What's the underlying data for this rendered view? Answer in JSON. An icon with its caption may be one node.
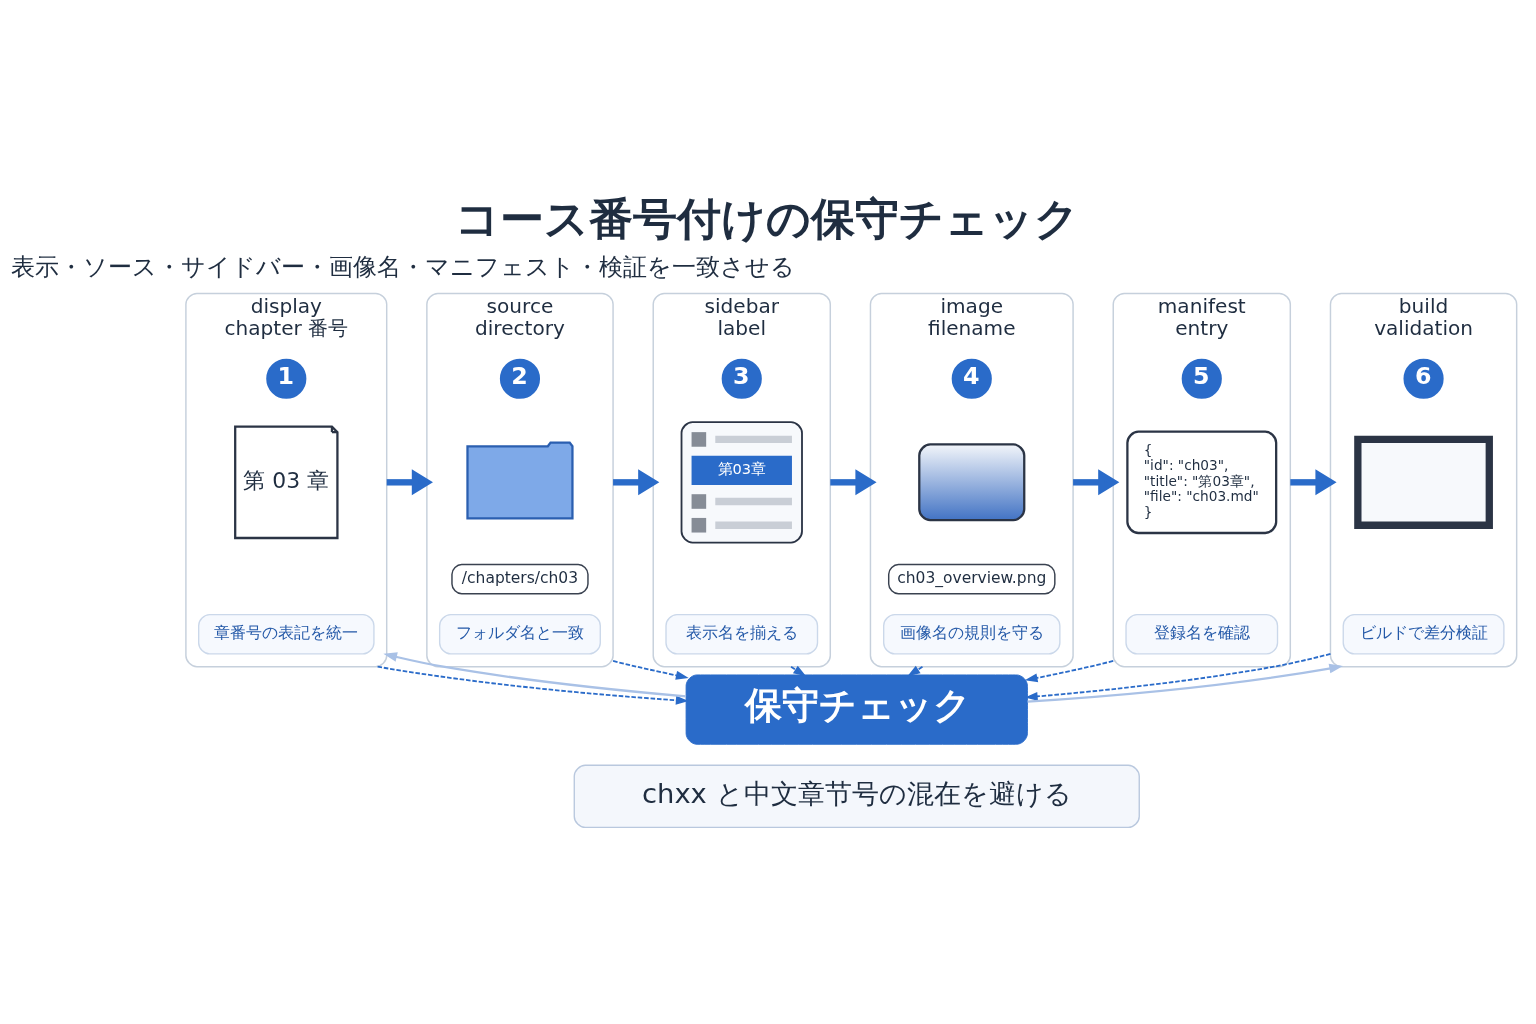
{
  "diagram": {
    "title": "コース番号付けの保守チェック",
    "nodes": [
      {
        "text": [
          "display chapter 番号"
        ]
      },
      {
        "text": [
          "1"
        ],
        "in": 0
      },
      {
        "text": [
          "第 03 章"
        ],
        "in": 0
      },
      {
        "text": [
          "章番号の表記を統一"
        ],
        "in": 0
      },
      {
        "text": [
          "source directory"
        ]
      },
      {
        "text": [
          "2"
        ],
        "in": 4
      },
      {
        "text": [],
        "shape": "folder",
        "in": 4
      },
      {
        "text": [
          "/chapters/ch03"
        ],
        "in": 4
      },
      {
        "text": [
          "フォルダ名と一致"
        ],
        "in": 4
      },
      {
        "text": [
          "sidebar label"
        ]
      },
      {
        "text": [
          "3"
        ],
        "in": 9
      },
      {
        "text": [
          "第03章"
        ],
        "in": 9
      },
      {
        "text": [
          "表示名を揃える"
        ],
        "in": 9
      },
      {
        "text": [
          "image filename"
        ]
      },
      {
        "text": [
          "4"
        ],
        "in": 13
      },
      {
        "text": [],
        "shape": "picture",
        "in": 13
      },
      {
        "text": [
          "ch03_overview.png"
        ],
        "in": 13
      },
      {
        "text": [
          "画像名の規則を守る"
        ],
        "in": 13
      },
      {
        "text": [
          "manifest entry"
        ]
      },
      {
        "text": [
          "5"
        ],
        "in": 18
      },
      {
        "text": [
          "{ \"id\": \"ch03\", \"title\": \"第03章\", \"file\": \"ch03.md\" }"
        ],
        "in": 18
      },
      {
        "text": [
          "登録名を確認"
        ],
        "in": 18
      },
      {
        "text": [
          "build validation"
        ]
      },
      {
        "text": [
          "6"
        ],
        "in": 22
      },
      {
        "text": [],
        "shape": "monitor",
        "in": 22
      },
      {
        "text": [
          "ビルドで差分検証"
        ],
        "in": 22
      },
      {
        "text": [
          "保守チェック"
        ]
      },
      {
        "text": [
          "chxx と中文章节号の混在を避ける"
        ]
      }
    ],
    "edges": [
      {
        "from": 0,
        "to": 4,
        "arrow": "to",
        "style": "thick"
      },
      {
        "from": 4,
        "to": 9,
        "arrow": "to",
        "style": "thick"
      },
      {
        "from": 9,
        "to": 13,
        "arrow": "to",
        "style": "thick"
      },
      {
        "from": 13,
        "to": 18,
        "arrow": "to",
        "style": "thick"
      },
      {
        "from": 18,
        "to": 22,
        "arrow": "to",
        "style": "thick"
      },
      {
        "from": 0,
        "to": 26,
        "arrow": "to",
        "style": "dashed"
      },
      {
        "from": 4,
        "to": 26,
        "arrow": "to",
        "style": "dashed"
      },
      {
        "from": 9,
        "to": 26,
        "arrow": "to",
        "style": "dashed"
      },
      {
        "from": 13,
        "to": 26,
        "arrow": "to",
        "style": "dashed"
      },
      {
        "from": 18,
        "to": 26,
        "arrow": "to",
        "style": "dashed"
      },
      {
        "from": 22,
        "to": 26,
        "arrow": "to",
        "style": "dashed"
      },
      {
        "from": 26,
        "to": 0,
        "arrow": "to",
        "color": "#a9c1e6"
      },
      {
        "from": 26,
        "to": 22,
        "arrow": "to",
        "color": "#a9c1e6"
      }
    ],
    "labels": [
      "表示・ソース・サイドバー・画像名・マニフェスト・検証を一致させる"
    ]
  }
}
